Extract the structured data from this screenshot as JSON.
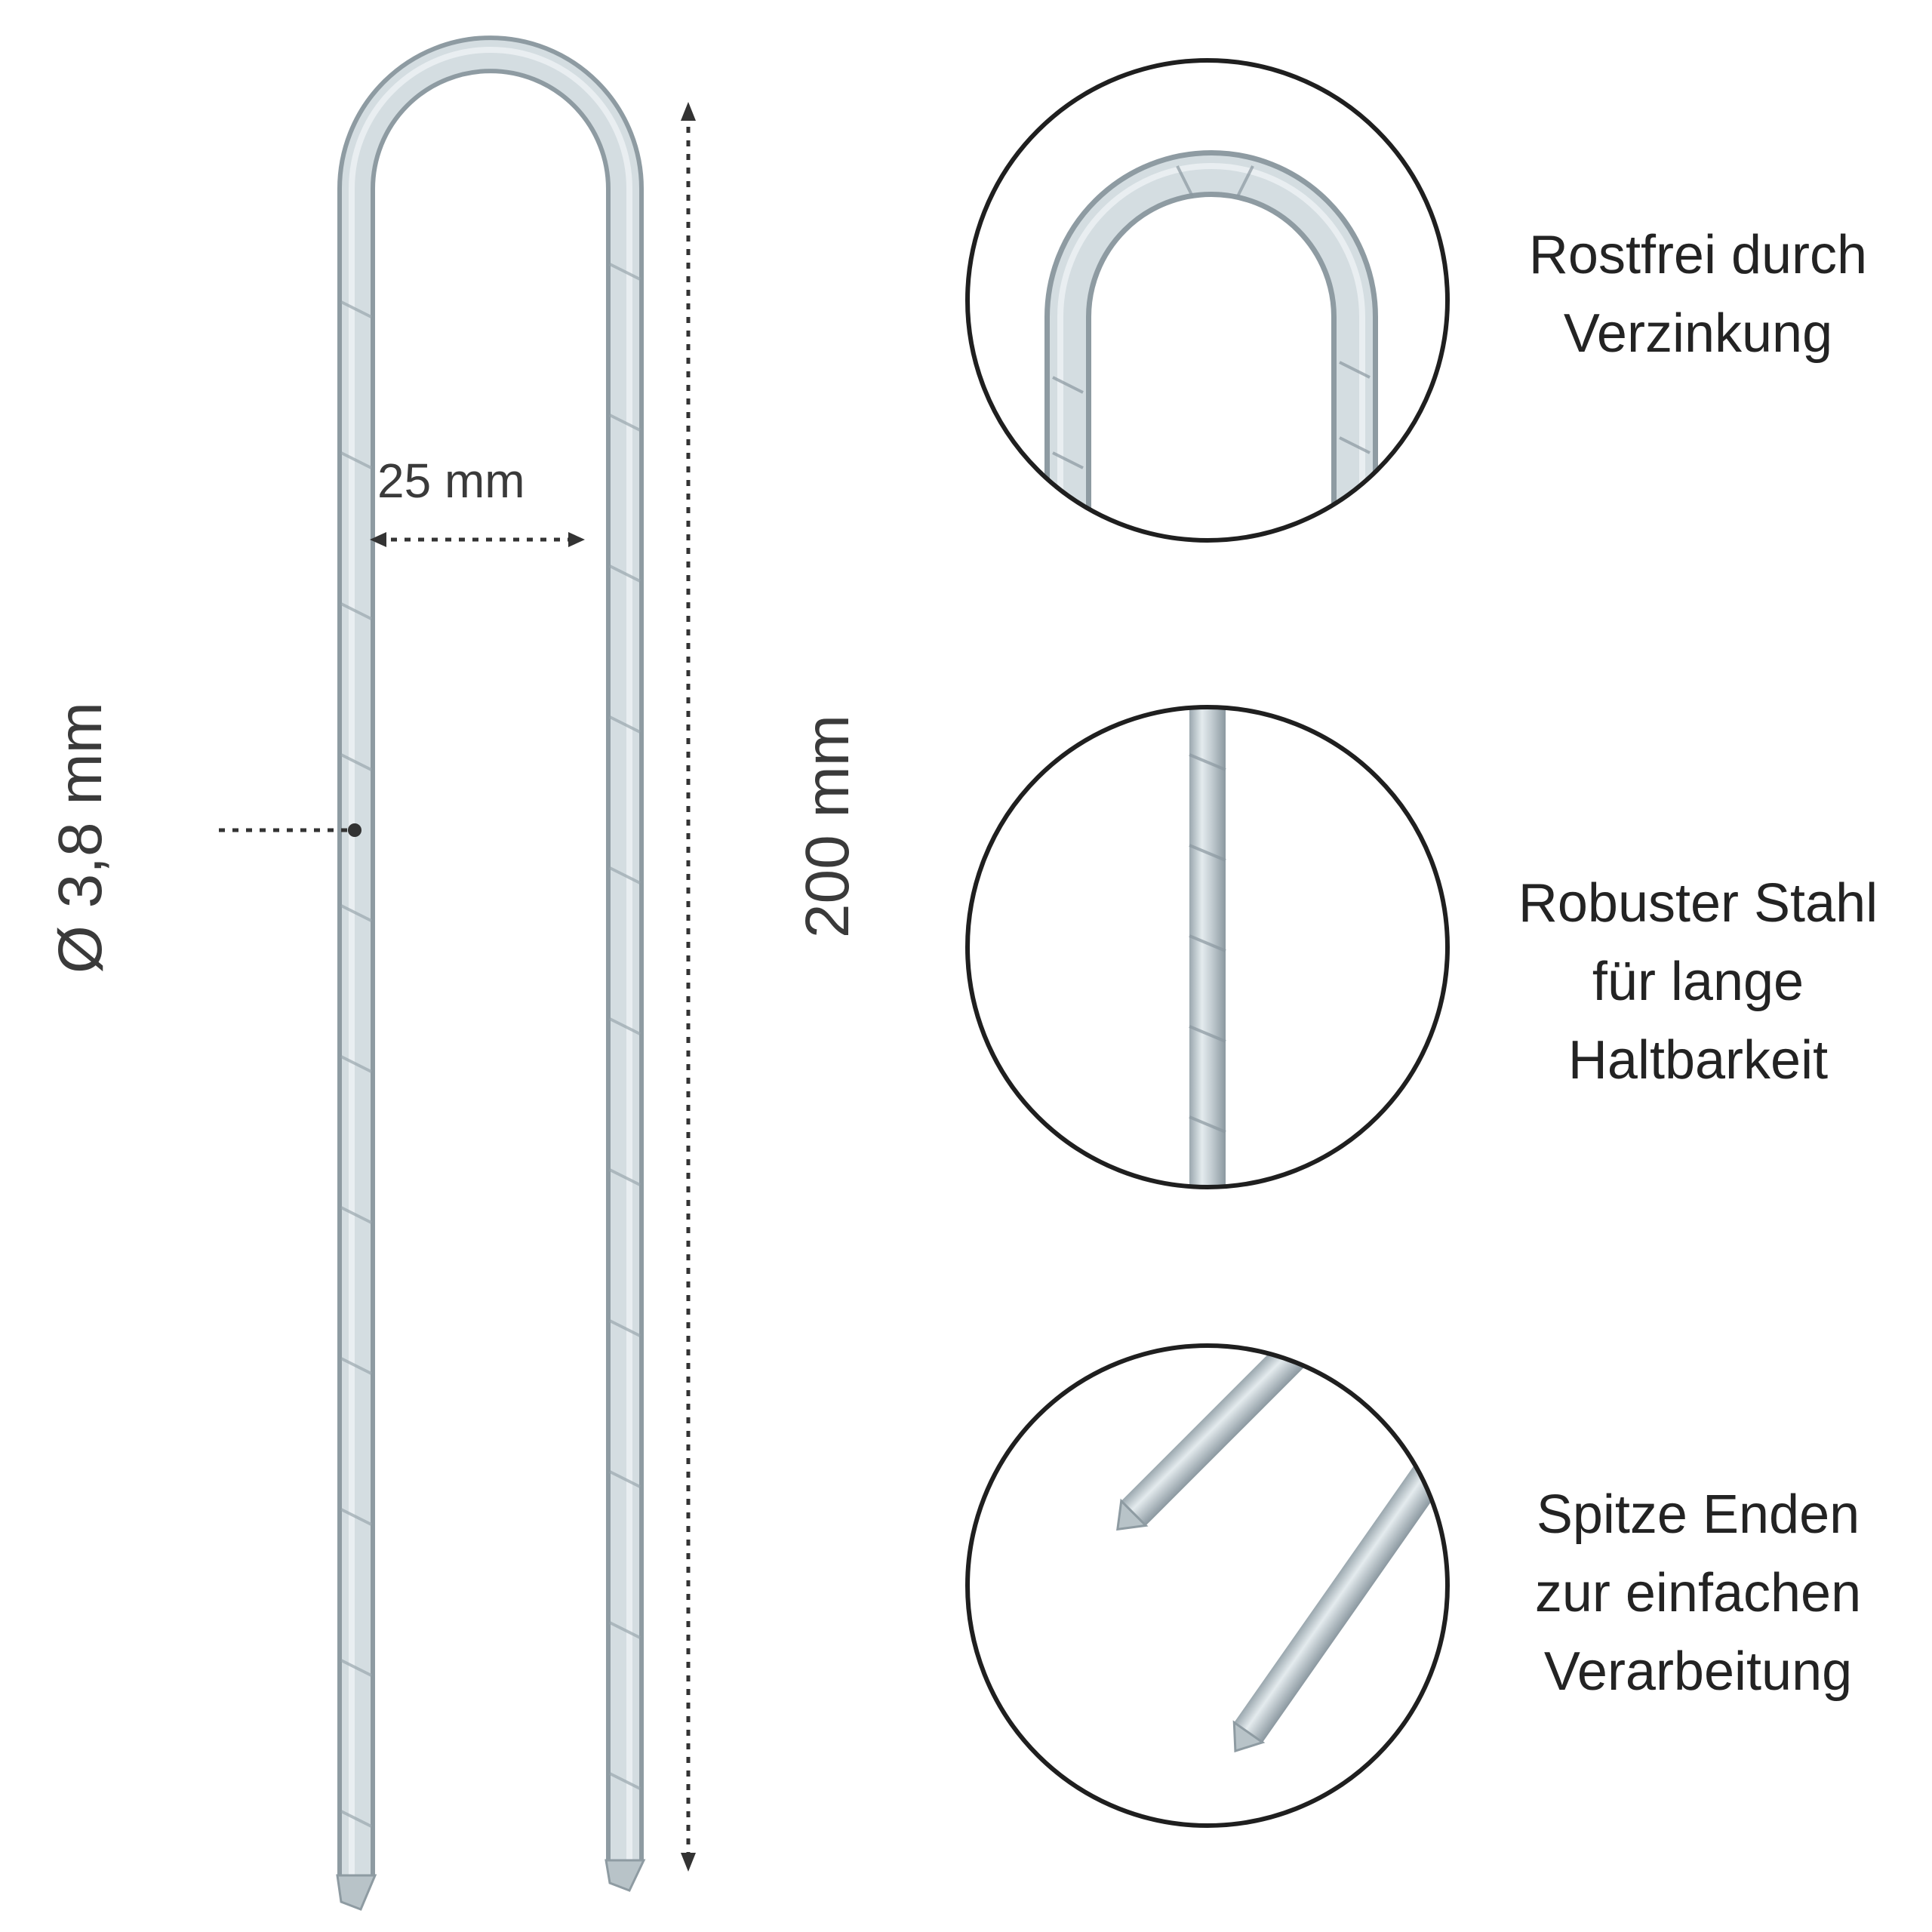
{
  "dimensions": {
    "width": "25 mm",
    "diameter": "Ø 3,8 mm",
    "length": "200 mm"
  },
  "features": [
    {
      "lines": [
        "Rostfrei durch",
        "Verzinkung"
      ]
    },
    {
      "lines": [
        "Robuster Stahl",
        "für lange",
        "Haltbarkeit"
      ]
    },
    {
      "lines": [
        "Spitze Enden",
        "zur einfachen",
        "Verarbeitung"
      ]
    }
  ],
  "colors": {
    "background": "#ffffff",
    "steel": "#c9d3d8",
    "circle_border": "#1f1f1f",
    "text": "#232323"
  }
}
